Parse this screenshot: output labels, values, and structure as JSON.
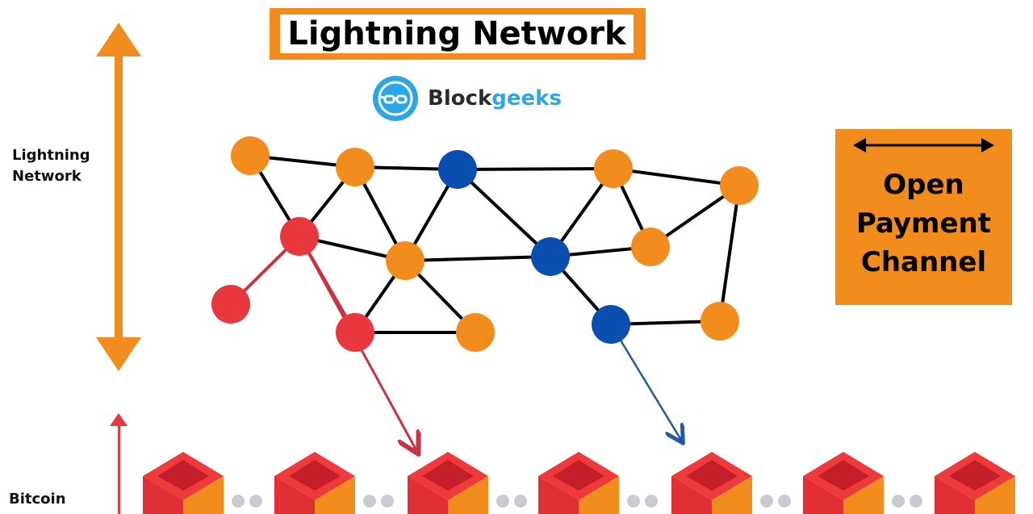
{
  "title": "Lightning Network",
  "logo": {
    "name_part1": "Block",
    "name_part2": "geeks",
    "icon": "glasses-icon"
  },
  "labels": {
    "lightning_network": "Lightning\nNetwork",
    "bitcoin": "Bitcoin",
    "open_payment_channel": "Open\nPayment\nChannel"
  },
  "colors": {
    "orange": "#f28c1c",
    "blue": "#0a4fb0",
    "red": "#e8383e",
    "link_red": "#c9323f",
    "link_blue": "#1f5aa8",
    "brand_blue": "#2aa7e6",
    "block_grey_dot": "#c8ccd2"
  },
  "nodes": [
    {
      "id": "n1",
      "color": "orange"
    },
    {
      "id": "n2",
      "color": "orange"
    },
    {
      "id": "n3",
      "color": "blue"
    },
    {
      "id": "n4",
      "color": "orange"
    },
    {
      "id": "n5",
      "color": "orange"
    },
    {
      "id": "n6",
      "color": "red"
    },
    {
      "id": "n7",
      "color": "orange"
    },
    {
      "id": "n8",
      "color": "blue"
    },
    {
      "id": "n9",
      "color": "orange"
    },
    {
      "id": "n10",
      "color": "red"
    },
    {
      "id": "n11",
      "color": "red"
    },
    {
      "id": "n12",
      "color": "orange"
    },
    {
      "id": "n13",
      "color": "blue"
    },
    {
      "id": "n14",
      "color": "orange"
    }
  ],
  "edges": [
    [
      "n1",
      "n2"
    ],
    [
      "n2",
      "n3"
    ],
    [
      "n3",
      "n4"
    ],
    [
      "n4",
      "n5"
    ],
    [
      "n1",
      "n6"
    ],
    [
      "n2",
      "n6"
    ],
    [
      "n2",
      "n7"
    ],
    [
      "n6",
      "n7"
    ],
    [
      "n3",
      "n7"
    ],
    [
      "n3",
      "n8"
    ],
    [
      "n7",
      "n8"
    ],
    [
      "n8",
      "n4"
    ],
    [
      "n8",
      "n9"
    ],
    [
      "n4",
      "n9"
    ],
    [
      "n9",
      "n5"
    ],
    [
      "n5",
      "n14"
    ],
    [
      "n7",
      "n11"
    ],
    [
      "n7",
      "n12"
    ],
    [
      "n11",
      "n12"
    ],
    [
      "n8",
      "n13"
    ],
    [
      "n13",
      "n14"
    ]
  ],
  "red_links": [
    [
      "n6",
      "n10"
    ],
    [
      "n6",
      "n11"
    ]
  ],
  "block_count": 7
}
